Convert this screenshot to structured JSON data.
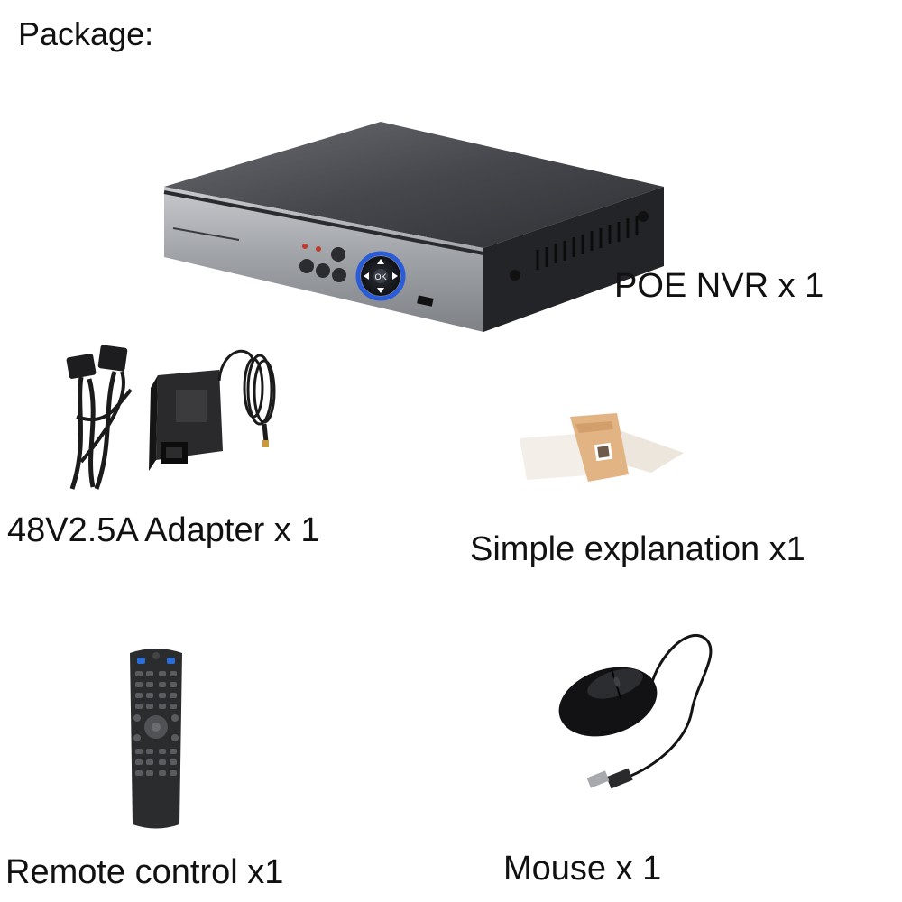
{
  "title": "Package:",
  "items": [
    {
      "label": "POE NVR x 1",
      "icon": "nvr-recorder-icon"
    },
    {
      "label": "48V2.5A Adapter x 1",
      "icon": "power-adapter-icon"
    },
    {
      "label": "Simple explanation x1",
      "icon": "manual-booklet-icon"
    },
    {
      "label": "Remote control x1",
      "icon": "remote-control-icon"
    },
    {
      "label": "Mouse x 1",
      "icon": "usb-mouse-icon"
    }
  ],
  "nvr_panel": {
    "ok_key": "OK"
  },
  "colors": {
    "text": "#111111",
    "background": "#ffffff",
    "device_dark": "#2b2b2d",
    "panel_silver": "#9ea1a6",
    "accent_blue": "#2a5bd8",
    "manual_tan": "#e2b483"
  }
}
